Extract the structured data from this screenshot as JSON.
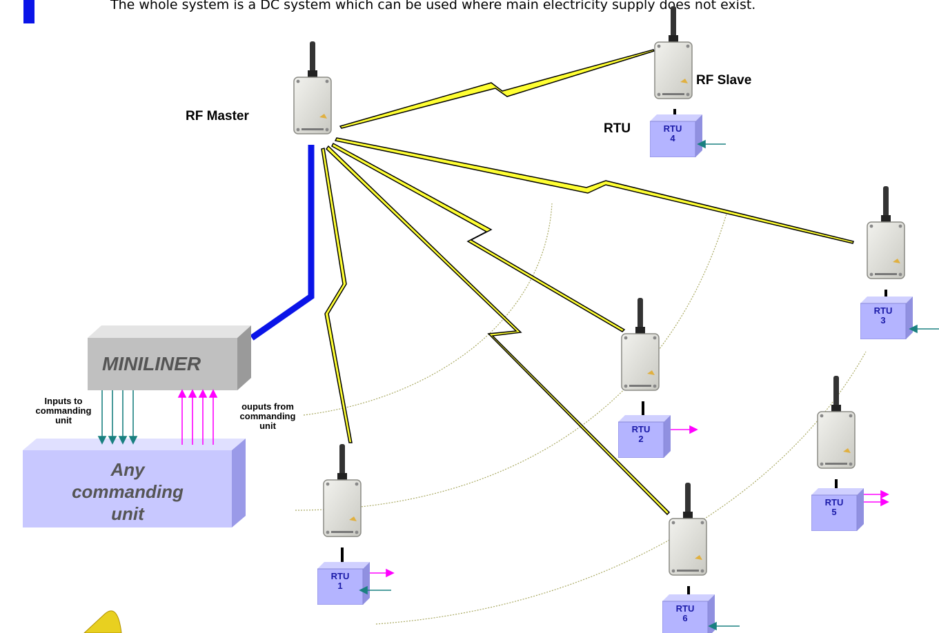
{
  "header": {
    "text": "The whole system is a DC system which can be used where main electricity supply does not exist."
  },
  "labels": {
    "rf_master": "RF Master",
    "rf_slave": "RF Slave",
    "rtu_caption": "RTU",
    "miniliner": "MINILINER",
    "inputs": "Inputs to\ncommanding\nunit",
    "outputs": "ouputs from\ncommanding\nunit",
    "commanding_unit": "Any\ncommanding\nunit"
  },
  "rtus": [
    {
      "name": "RTU",
      "num": "4"
    },
    {
      "name": "RTU",
      "num": "3"
    },
    {
      "name": "RTU",
      "num": "2"
    },
    {
      "name": "RTU",
      "num": "5"
    },
    {
      "name": "RTU",
      "num": "1"
    },
    {
      "name": "RTU",
      "num": "6"
    }
  ],
  "colors": {
    "bullet": "#0a14e8",
    "cable": "#0a14e8",
    "lightning": "#ffff33",
    "rtu_box": "#b4b4ff",
    "input_arrow": "#1a8080",
    "output_arrow": "#ff00ff",
    "miniliner": "#c0c0c0",
    "commanding_unit": "#c8c8ff",
    "range_arc": "#a8a860"
  },
  "icons": [
    "radio-modem-icon",
    "lightning-link-icon",
    "arrow-icon",
    "speaker-icon"
  ]
}
